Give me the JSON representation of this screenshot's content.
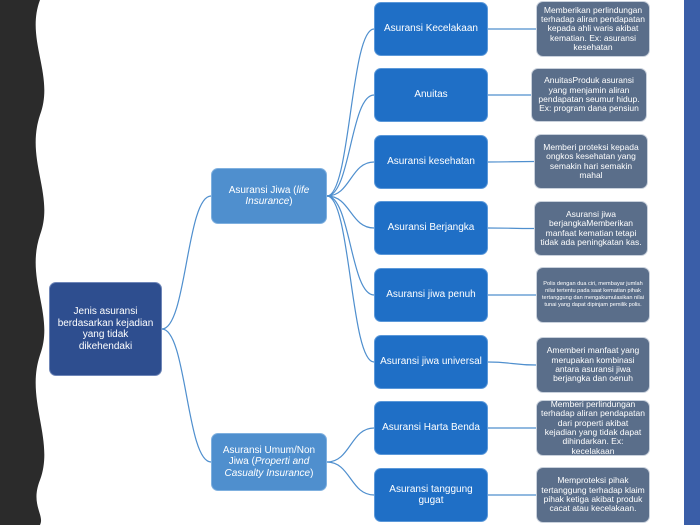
{
  "root": {
    "label": "Jenis asuransi berdasarkan kejadian yang tidak dikehendaki"
  },
  "branches": [
    {
      "label_html": "Asuransi Jiwa (<i>life Insurance</i>)",
      "label": "Asuransi Jiwa (life Insurance)",
      "children": [
        {
          "label": "Asuransi Kecelakaan",
          "desc": "Memberikan perlindungan terhadap aliran pendapatan kepada ahli waris akibat kematian. Ex: asuransi kesehatan"
        },
        {
          "label": "Anuitas",
          "desc": "AnuitasProduk asuransi yang menjamin aliran pendapatan seumur hidup. Ex: program dana pensiun"
        },
        {
          "label": "Asuransi kesehatan",
          "desc": "Memberi proteksi kepada ongkos kesehatan yang semakin hari semakin mahal"
        },
        {
          "label": "Asuransi Berjangka",
          "desc": "Asuransi jiwa berjangkaMemberikan manfaat kematian tetapi tidak ada peningkatan kas."
        },
        {
          "label": "Asuransi jiwa penuh",
          "desc": "Polis dengan dua ciri, membayar jumlah nilai tertentu pada saat kematian pihak tertanggung dan mengakumulasikan nilai tunai yang dapat dipinjam pemilik polis."
        },
        {
          "label": "Asuransi jiwa universal",
          "desc": "Amemberi manfaat yang merupakan kombinasi antara asuransi jiwa berjangka dan oenuh"
        }
      ]
    },
    {
      "label_html": "Asuransi Umum/Non Jiwa (<i>Properti and Casualty Insurance</i>)",
      "label": "Asuransi Umum/Non Jiwa (Properti and Casualty Insurance)",
      "children": [
        {
          "label": "Asuransi Harta Benda",
          "desc": "Memberi perlindungan terhadap aliran pendapatan dari properti akibat kejadian yang tidak dapat dihindarkan. Ex: kecelakaan"
        },
        {
          "label": "Asuransi tanggung gugat",
          "desc": "Memproteksi pihak tertanggung terhadap klaim pihak ketiga akibat produk cacat atau kecelakaan."
        }
      ]
    }
  ],
  "colors": {
    "root": "#2e4e8f",
    "branch": "#4f8fce",
    "leaf": "#1f6fc6",
    "desc": "#5a6e8a",
    "connector": "#4f8fce",
    "left_band": "#2b2b2b"
  }
}
